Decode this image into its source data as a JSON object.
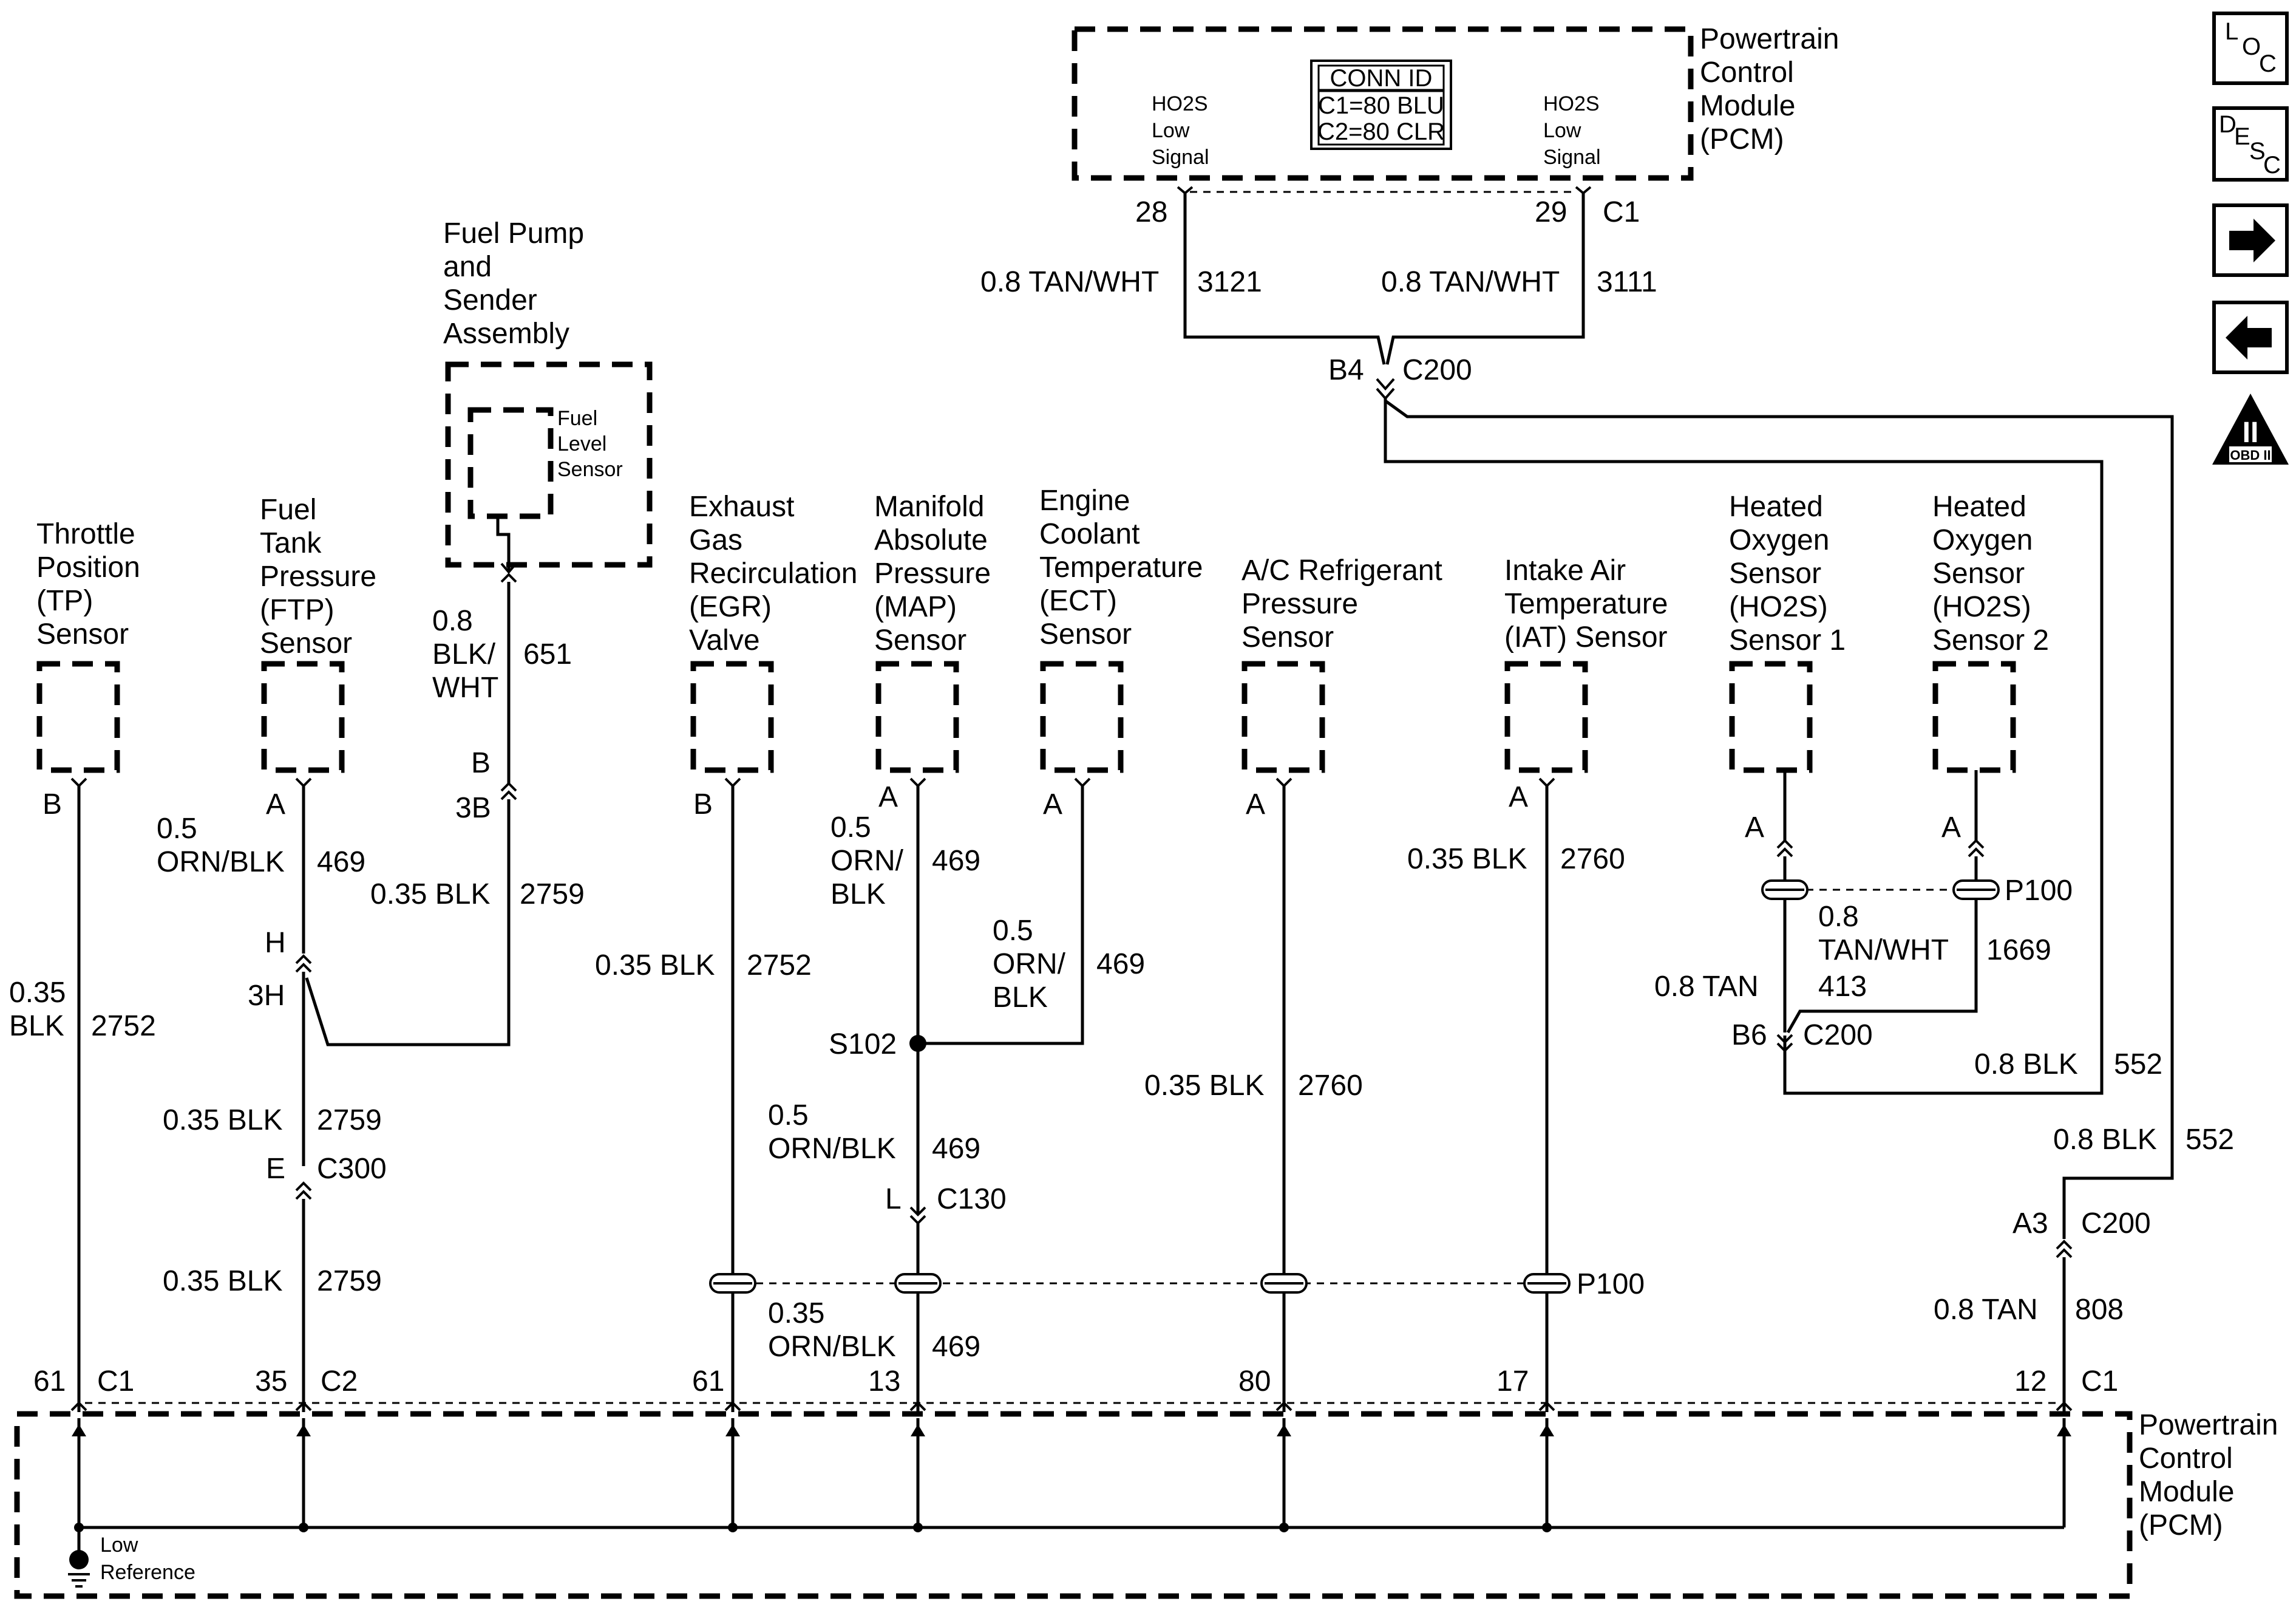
{
  "pcm_top": {
    "name_lines": [
      "Powertrain",
      "Control",
      "Module",
      "(PCM)"
    ],
    "conn_id_title": "CONN ID",
    "conn_id_lines": [
      "C1=80 BLU",
      "C2=80 CLR"
    ],
    "left_pin_desc": [
      "HO2S",
      "Low",
      "Signal"
    ],
    "right_pin_desc": [
      "HO2S",
      "Low",
      "Signal"
    ],
    "left_pin": "28",
    "right_pin": "29",
    "right_conn": "C1"
  },
  "pcm_bottom": {
    "name_lines": [
      "Powertrain",
      "Control",
      "Module",
      "(PCM)"
    ],
    "ground_label": [
      "Low",
      "Reference"
    ]
  },
  "wires_top": [
    {
      "gauge_color": "0.8 TAN/WHT",
      "circuit": "3121"
    },
    {
      "gauge_color": "0.8 TAN/WHT",
      "circuit": "3111"
    }
  ],
  "c200_b4": {
    "pin": "B4",
    "conn": "C200"
  },
  "fuel_pump": {
    "title_lines": [
      "Fuel Pump",
      "and",
      "Sender",
      "Assembly"
    ],
    "inner_lines": [
      "Fuel",
      "Level",
      "Sensor"
    ],
    "wire_lines": [
      "0.8",
      "BLK/",
      "WHT"
    ],
    "circuit": "651",
    "pin_b": "B",
    "pin_3b": "3B",
    "lower_wire": "0.35 BLK",
    "lower_circuit": "2759"
  },
  "components": [
    {
      "lines": [
        "Throttle",
        "Position",
        "(TP)",
        "Sensor"
      ],
      "pin": "B"
    },
    {
      "lines": [
        "Fuel",
        "Tank",
        "Pressure",
        "(FTP)",
        "Sensor"
      ],
      "pin": "A"
    },
    {
      "lines": [
        "Exhaust",
        "Gas",
        "Recirculation",
        "(EGR)",
        "Valve"
      ],
      "pin": "B"
    },
    {
      "lines": [
        "Manifold",
        "Absolute",
        "Pressure",
        "(MAP)",
        "Sensor"
      ],
      "pin": "A"
    },
    {
      "lines": [
        "Engine",
        "Coolant",
        "Temperature",
        "(ECT)",
        "Sensor"
      ],
      "pin": "A"
    },
    {
      "lines": [
        "A/C Refrigerant",
        "Pressure",
        "Sensor"
      ],
      "pin": "A"
    },
    {
      "lines": [
        "Intake Air",
        "Temperature",
        "(IAT) Sensor"
      ],
      "pin": "A"
    },
    {
      "lines": [
        "Heated",
        "Oxygen",
        "Sensor",
        "(HO2S)",
        "Sensor 1"
      ],
      "pin": "A"
    },
    {
      "lines": [
        "Heated",
        "Oxygen",
        "Sensor",
        "(HO2S)",
        "Sensor 2"
      ],
      "pin": "A"
    }
  ],
  "tp": {
    "wire_lines": [
      "0.35",
      "BLK"
    ],
    "circuit": "2752",
    "pcm_pin": "61",
    "pcm_conn": "C1"
  },
  "ftp": {
    "wire1_lines": [
      "0.5",
      "ORN/BLK"
    ],
    "circuit1": "469",
    "pin_h": "H",
    "pin_3h": "3H",
    "wire2": "0.35 BLK",
    "circuit2": "2759",
    "c300_pin": "E",
    "c300": "C300",
    "wire3": "0.35 BLK",
    "circuit3": "2759",
    "pcm_pin": "35",
    "pcm_conn": "C2"
  },
  "egr": {
    "wire": "0.35 BLK",
    "circuit": "2752",
    "pcm_pin": "61"
  },
  "map": {
    "wire1_lines": [
      "0.5",
      "ORN/",
      "BLK"
    ],
    "circuit1": "469",
    "splice": "S102",
    "wire2_lines": [
      "0.5",
      "ORN/BLK"
    ],
    "circuit2": "469",
    "c130_pin": "L",
    "c130": "C130",
    "wire3_lines": [
      "0.35",
      "ORN/BLK"
    ],
    "circuit3": "469",
    "pcm_pin": "13"
  },
  "ect": {
    "wire_lines": [
      "0.5",
      "ORN/",
      "BLK"
    ],
    "circuit": "469"
  },
  "ac": {
    "wire": "0.35 BLK",
    "circuit": "2760",
    "pcm_pin": "80"
  },
  "iat": {
    "wire": "0.35 BLK",
    "circuit": "2760",
    "pcm_pin": "17",
    "p100": "P100"
  },
  "ho2s": {
    "p100": "P100",
    "wire_s1": "0.8 TAN",
    "circuit_s1": "413",
    "wire_s2_lines": [
      "0.8",
      "TAN/WHT"
    ],
    "circuit_s2": "1669",
    "b6_pin": "B6",
    "b6_conn": "C200",
    "wire_552a": "0.8 BLK",
    "circuit_552a": "552",
    "wire_552b": "0.8 BLK",
    "circuit_552b": "552",
    "a3_pin": "A3",
    "a3_conn": "C200",
    "wire_808": "0.8 TAN",
    "circuit_808": "808",
    "pcm_pin": "12",
    "pcm_conn": "C1"
  },
  "side_buttons": [
    {
      "name": "loc",
      "glyphs": [
        "L",
        "O",
        "C"
      ]
    },
    {
      "name": "desc",
      "glyphs": [
        "D",
        "E",
        "S",
        "C"
      ]
    },
    {
      "name": "next",
      "glyph": "➡"
    },
    {
      "name": "prev",
      "glyph": "⬅"
    },
    {
      "name": "obd",
      "glyphs": [
        "II",
        "OBD II"
      ]
    }
  ]
}
